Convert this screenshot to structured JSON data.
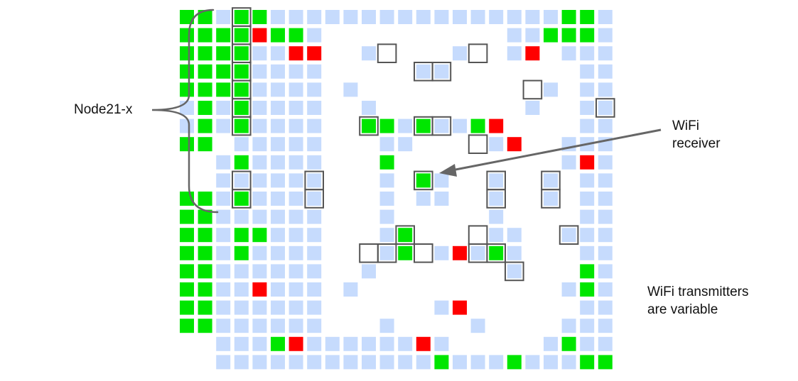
{
  "labels": {
    "node": "Node21-x",
    "receiver": [
      "WiFi",
      "receiver"
    ],
    "transmitters": [
      "WiFi transmitters",
      "are variable"
    ]
  },
  "colors": {
    "empty": "#c6dbfd",
    "active": "#00e600",
    "alert": "#ff0000",
    "outline": "#555555",
    "annotation": "#666666"
  },
  "grid": {
    "columns": 24,
    "rows": 20,
    "rows_map": [
      "GGLGGLLLLLLLLLLLLLLLLGGL",
      "GGGGRGGL..........LLGGGL",
      "GGGGLLRR..L....L..LR.LLL",
      "GGGGLLLL.....LL.......LL",
      "GGGGLLLL.L..........L.LL",
      "LGLGLLLL..L........L..LL",
      "LGLGLLLL..GGLGLLGR....LL",
      "GG.LLLLL...LL....LR..LLL",
      "..LGLLLL...G.........LRL",
      "..LLLLLL...L.GL..L..L.LL",
      "GGLGLLLL...L.LL..L..L.LL",
      "GGLLLLLL...L.....L....LL",
      "GGLGGLLL...LG....LL..LLL",
      "GGLGLLLL...LG.LRLGL...LL",
      "GGLLLLLL..L.......L...GL",
      "GGLLRLLL.L...........LGL",
      "GGLLLLLL......LR......LL",
      "GGLLLLLL...L....L....LLL",
      "..LLLGRLLLLLLRL.....LGLL",
      "..LLLLLLLLLLLLGLLLGLLLGG"
    ],
    "outlined_cells": [
      [
        0,
        3
      ],
      [
        1,
        3
      ],
      [
        2,
        3
      ],
      [
        3,
        3
      ],
      [
        4,
        3
      ],
      [
        5,
        3
      ],
      [
        6,
        3
      ],
      [
        9,
        3
      ],
      [
        10,
        3
      ],
      [
        2,
        11
      ],
      [
        3,
        13
      ],
      [
        3,
        14
      ],
      [
        2,
        16
      ],
      [
        4,
        19
      ],
      [
        5,
        23
      ],
      [
        6,
        10
      ],
      [
        6,
        13
      ],
      [
        6,
        14
      ],
      [
        7,
        16
      ],
      [
        9,
        13
      ],
      [
        9,
        7
      ],
      [
        10,
        7
      ],
      [
        9,
        17
      ],
      [
        10,
        17
      ],
      [
        9,
        20
      ],
      [
        10,
        20
      ],
      [
        12,
        12
      ],
      [
        12,
        16
      ],
      [
        12,
        21
      ],
      [
        13,
        10
      ],
      [
        13,
        11
      ],
      [
        13,
        13
      ],
      [
        13,
        16
      ],
      [
        13,
        17
      ],
      [
        14,
        18
      ]
    ]
  }
}
